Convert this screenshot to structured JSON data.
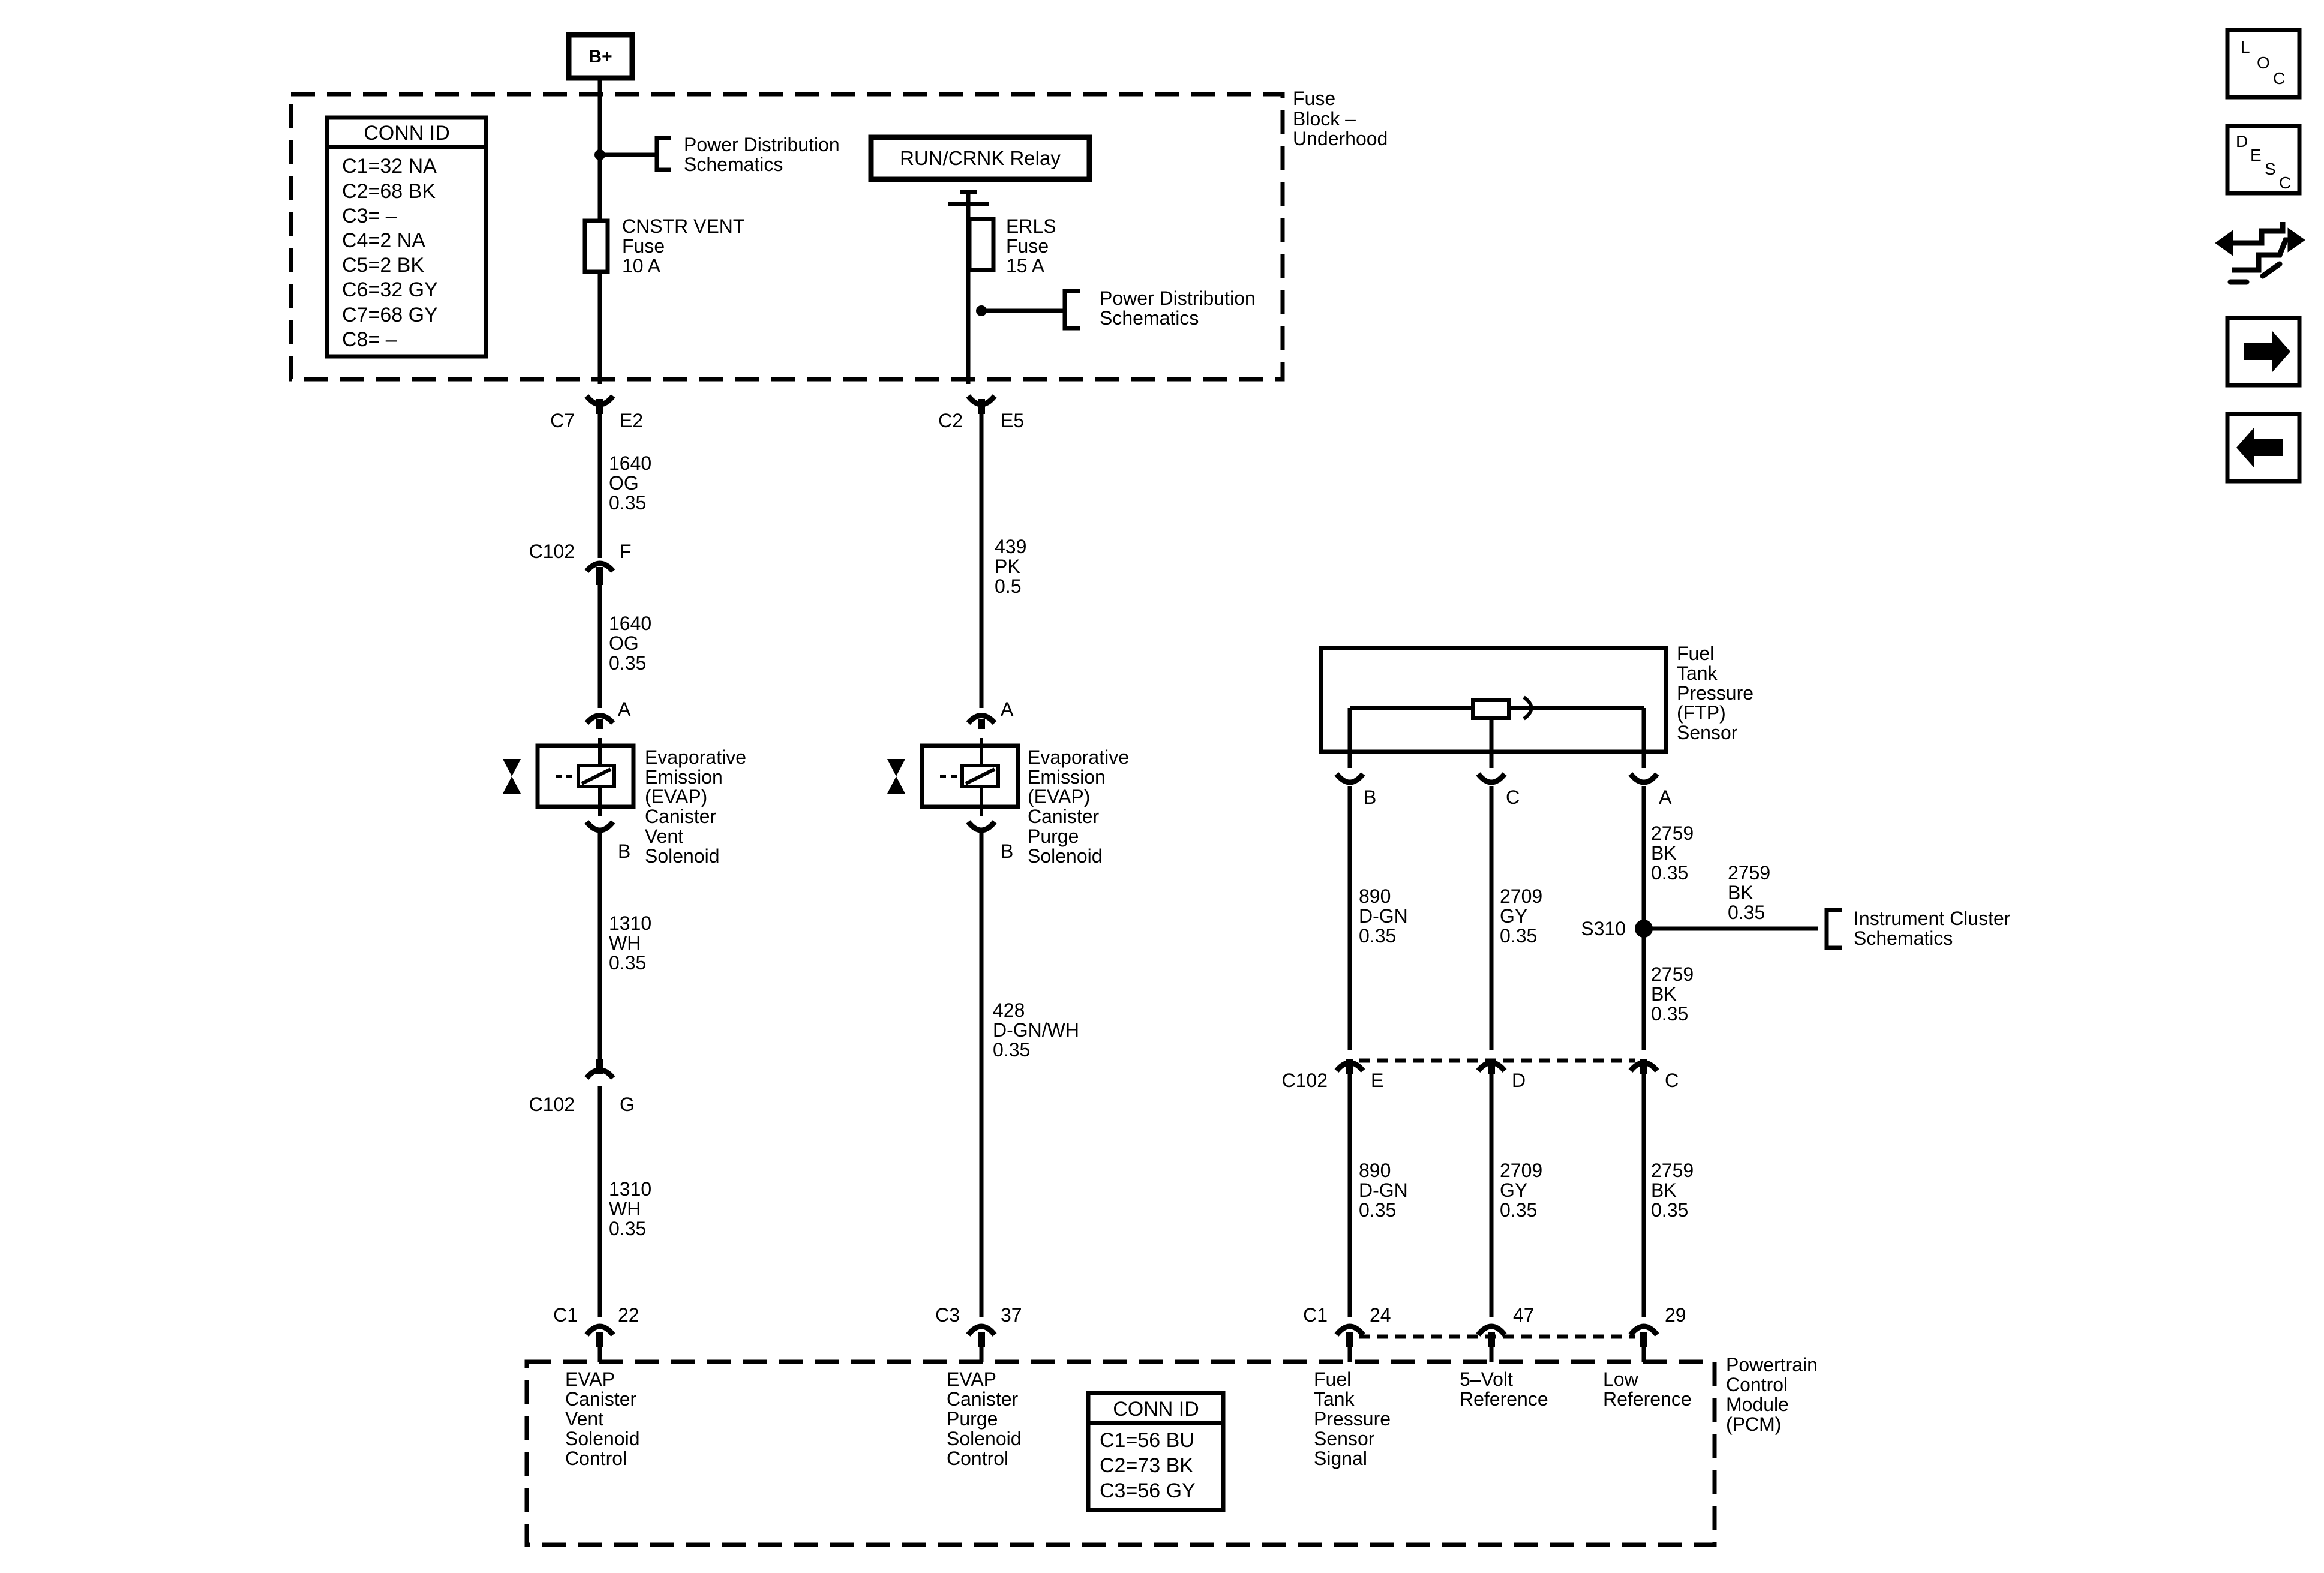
{
  "battery": {
    "label": "B+"
  },
  "fuse_block": {
    "name_lines": [
      "Fuse",
      "Block –",
      "Underhood"
    ],
    "conn_id": {
      "title": "CONN ID",
      "entries": [
        "C1=32 NA",
        "C2=68 BK",
        "C3= –",
        "C4=2 NA",
        "C5=2 BK",
        "C6=32 GY",
        "C7=68 GY",
        "C8= –"
      ]
    },
    "power_dist_1": [
      "Power Distribution",
      "Schematics"
    ],
    "power_dist_2": [
      "Power Distribution",
      "Schematics"
    ],
    "relay": {
      "label": "RUN/CRNK Relay"
    },
    "fuse_cnstr": [
      "CNSTR VENT",
      "Fuse",
      "10 A"
    ],
    "fuse_erls": [
      "ERLS",
      "Fuse",
      "15 A"
    ]
  },
  "vent_circuit": {
    "conn_top": {
      "c": "C7",
      "pin": "E2"
    },
    "wire_1": [
      "1640",
      "OG",
      "0.35"
    ],
    "c102_f": {
      "c": "C102",
      "pin": "F"
    },
    "wire_2": [
      "1640",
      "OG",
      "0.35"
    ],
    "pin_a": "A",
    "pin_b": "B",
    "solenoid": [
      "Evaporative",
      "Emission",
      "(EVAP)",
      "Canister",
      "Vent",
      "Solenoid"
    ],
    "wire_3": [
      "1310",
      "WH",
      "0.35"
    ],
    "c102_g": {
      "c": "C102",
      "pin": "G"
    },
    "wire_4": [
      "1310",
      "WH",
      "0.35"
    ],
    "conn_pcm": {
      "c": "C1",
      "pin": "22"
    }
  },
  "purge_circuit": {
    "conn_top": {
      "c": "C2",
      "pin": "E5"
    },
    "wire_1": [
      "439",
      "PK",
      "0.5"
    ],
    "pin_a": "A",
    "pin_b": "B",
    "solenoid": [
      "Evaporative",
      "Emission",
      "(EVAP)",
      "Canister",
      "Purge",
      "Solenoid"
    ],
    "wire_2": [
      "428",
      "D-GN/WH",
      "0.35"
    ],
    "conn_pcm": {
      "c": "C3",
      "pin": "37"
    }
  },
  "ftp": {
    "sensor": [
      "Fuel",
      "Tank",
      "Pressure",
      "(FTP)",
      "Sensor"
    ],
    "pins": [
      "B",
      "C",
      "A"
    ],
    "wire_b1": [
      "890",
      "D-GN",
      "0.35"
    ],
    "wire_c1": [
      "2709",
      "GY",
      "0.35"
    ],
    "wire_a1": [
      "2759",
      "BK",
      "0.35"
    ],
    "wire_splice": [
      "2759",
      "BK",
      "0.35"
    ],
    "splice": "S310",
    "cluster": [
      "Instrument Cluster",
      "Schematics"
    ],
    "wire_a2": [
      "2759",
      "BK",
      "0.35"
    ],
    "c102": {
      "c": "C102",
      "pins": [
        "E",
        "D",
        "C"
      ]
    },
    "wire_b2": [
      "890",
      "D-GN",
      "0.35"
    ],
    "wire_c2": [
      "2709",
      "GY",
      "0.35"
    ],
    "wire_a3": [
      "2759",
      "BK",
      "0.35"
    ],
    "conn_pcm": {
      "c": "C1",
      "pins": [
        "24",
        "47",
        "29"
      ]
    }
  },
  "pcm": {
    "name_lines": [
      "Powertrain",
      "Control",
      "Module",
      "(PCM)"
    ],
    "func_vent": [
      "EVAP",
      "Canister",
      "Vent",
      "Solenoid",
      "Control"
    ],
    "func_purge": [
      "EVAP",
      "Canister",
      "Purge",
      "Solenoid",
      "Control"
    ],
    "func_ftp": [
      "Fuel",
      "Tank",
      "Pressure",
      "Sensor",
      "Signal"
    ],
    "func_5v": [
      "5–Volt",
      "Reference"
    ],
    "func_low": [
      "Low",
      "Reference"
    ],
    "conn_id": {
      "title": "CONN ID",
      "entries": [
        "C1=56 BU",
        "C2=73 BK",
        "C3=56 GY"
      ]
    }
  },
  "nav": {
    "loc": [
      "L",
      "O",
      "C"
    ],
    "desc": [
      "D",
      "E",
      "S",
      "C"
    ],
    "icons": [
      "connector-icon",
      "forward-arrow-icon",
      "back-arrow-icon"
    ]
  }
}
